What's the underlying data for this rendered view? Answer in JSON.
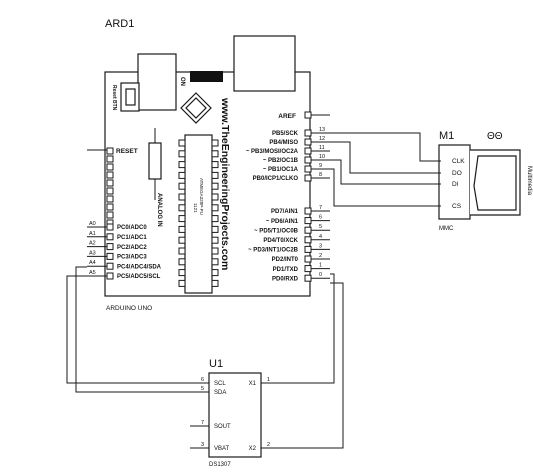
{
  "ard": {
    "ref": "ARD1",
    "model": "ARDUINO UNO",
    "website": "www.TheEngineeringProjects.com",
    "reset_btn_label": "Reset BTN",
    "on_label": "ON",
    "reset_pin_label": "RESET",
    "analog_in_label": "ANALOG IN",
    "chip_label_1": "ATMEGA328P-PU",
    "chip_label_2": "1121",
    "aref_label": "AREF",
    "right_pins": [
      {
        "label": "PB5/SCK",
        "num": "13"
      },
      {
        "label": "PB4/MISO",
        "num": "12"
      },
      {
        "label": "~ PB3/MOSI/OC2A",
        "num": "11"
      },
      {
        "label": "~ PB2/OC1B",
        "num": "10"
      },
      {
        "label": "~ PB1/OC1A",
        "num": "9"
      },
      {
        "label": "PB0/ICP1/CLKO",
        "num": "8"
      },
      {
        "label": "PD7/AIN1",
        "num": "7"
      },
      {
        "label": "~ PD6/AIN1",
        "num": "6"
      },
      {
        "label": "~ PD5/T1/OC0B",
        "num": "5"
      },
      {
        "label": "PD4/T0/XCK",
        "num": "4"
      },
      {
        "label": "~ PD3/INT1/OC2B",
        "num": "3"
      },
      {
        "label": "PD2/INT0",
        "num": "2"
      },
      {
        "label": "PD1/TXD",
        "num": "1"
      },
      {
        "label": "PD0/RXD",
        "num": "0"
      }
    ],
    "analog_pins": [
      {
        "label": "PC0/ADC0",
        "num": "A0"
      },
      {
        "label": "PC1/ADC1",
        "num": "A1"
      },
      {
        "label": "PC2/ADC2",
        "num": "A2"
      },
      {
        "label": "PC3/ADC3",
        "num": "A3"
      },
      {
        "label": "PC4/ADC4/SDA",
        "num": "A4"
      },
      {
        "label": "PC5/ADC5/SCL",
        "num": "A5"
      }
    ]
  },
  "mmc": {
    "ref": "M1",
    "ref2": "ΘΘ",
    "type": "MMC",
    "card_label": "Multimedia",
    "pins": [
      "CLK",
      "DO",
      "DI",
      "CS"
    ]
  },
  "rtc": {
    "ref": "U1",
    "part": "DS1307",
    "left_pins": [
      {
        "label": "SCL",
        "num": "6"
      },
      {
        "label": "SDA",
        "num": "5"
      },
      {
        "label": "SOUT",
        "num": "7"
      },
      {
        "label": "VBAT",
        "num": "3"
      }
    ],
    "right_pins": [
      {
        "label": "X1",
        "num": "1"
      },
      {
        "label": "X2",
        "num": "2"
      }
    ]
  }
}
